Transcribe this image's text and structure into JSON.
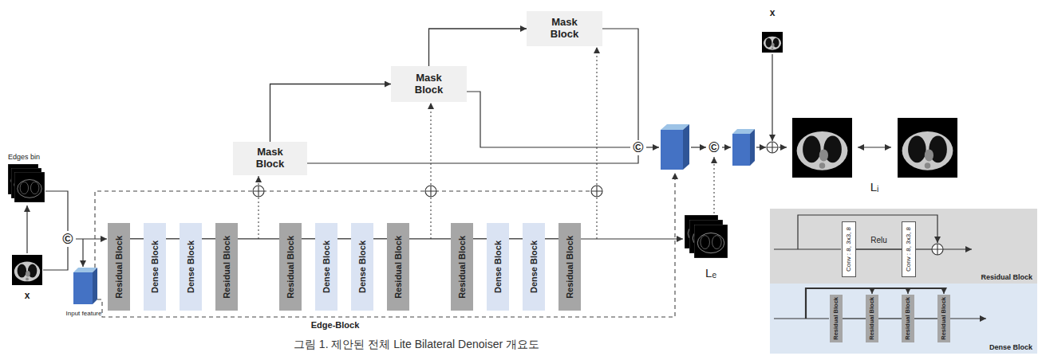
{
  "diagram": {
    "caption": "그림 1. 제안된 전체 Lite Bilateral Denoiser 개요도",
    "nodes": [
      {
        "text": [
          "Mask Block"
        ]
      },
      {
        "text": [
          "Mask Block"
        ]
      },
      {
        "text": [
          "Mask Block"
        ]
      },
      {
        "text": [
          "Residual Block"
        ]
      },
      {
        "text": [
          "Dense Block"
        ]
      },
      {
        "text": [
          "Dense Block"
        ]
      },
      {
        "text": [
          "Residual Block"
        ]
      },
      {
        "text": [
          "Residual Block"
        ]
      },
      {
        "text": [
          "Dense Block"
        ]
      },
      {
        "text": [
          "Dense Block"
        ]
      },
      {
        "text": [
          "Residual Block"
        ]
      },
      {
        "text": [
          "Residual Block"
        ]
      },
      {
        "text": [
          "Dense Block"
        ]
      },
      {
        "text": [
          "Dense Block"
        ]
      },
      {
        "text": [
          "Residual Block"
        ]
      },
      {
        "text": [
          "Residual Block"
        ]
      },
      {
        "text": [
          "Conv : 8, 3x3, 8"
        ],
        "in": 15
      },
      {
        "text": [
          "Conv : 8, 3x3, 8"
        ],
        "in": 15
      },
      {
        "text": [
          "Dense Block"
        ]
      },
      {
        "text": [
          "Residual Block"
        ],
        "in": 18
      },
      {
        "text": [
          "Residual Block"
        ],
        "in": 18
      },
      {
        "text": [
          "Residual Block"
        ],
        "in": 18
      },
      {
        "text": [
          "Residual Block"
        ],
        "in": 18
      }
    ],
    "edges": [
      {
        "from": 0,
        "to": 1,
        "arrow": "to"
      },
      {
        "from": 1,
        "to": 2,
        "arrow": "to"
      },
      {
        "from": 3,
        "to": 4,
        "arrow": "none"
      },
      {
        "from": 4,
        "to": 5,
        "arrow": "none"
      },
      {
        "from": 5,
        "to": 6,
        "arrow": "none"
      },
      {
        "from": 6,
        "to": 7,
        "arrow": "none"
      },
      {
        "from": 7,
        "to": 8,
        "arrow": "none"
      },
      {
        "from": 8,
        "to": 9,
        "arrow": "none"
      },
      {
        "from": 9,
        "to": 10,
        "arrow": "none"
      },
      {
        "from": 10,
        "to": 11,
        "arrow": "none"
      },
      {
        "from": 11,
        "to": 12,
        "arrow": "none"
      },
      {
        "from": 12,
        "to": 13,
        "arrow": "none"
      },
      {
        "from": 13,
        "to": 14,
        "arrow": "none"
      },
      {
        "from": 16,
        "to": 17,
        "label": "Relu",
        "arrow": "none"
      },
      {
        "from": 19,
        "to": 20,
        "arrow": "none"
      },
      {
        "from": 20,
        "to": 21,
        "arrow": "none"
      },
      {
        "from": 21,
        "to": 22,
        "arrow": "none"
      }
    ],
    "labels": [
      "Edges bin",
      "©",
      "x",
      "Input feature",
      "Edge-Block",
      "©",
      "©",
      "x",
      "Lᵢ",
      "Lₑ"
    ]
  }
}
